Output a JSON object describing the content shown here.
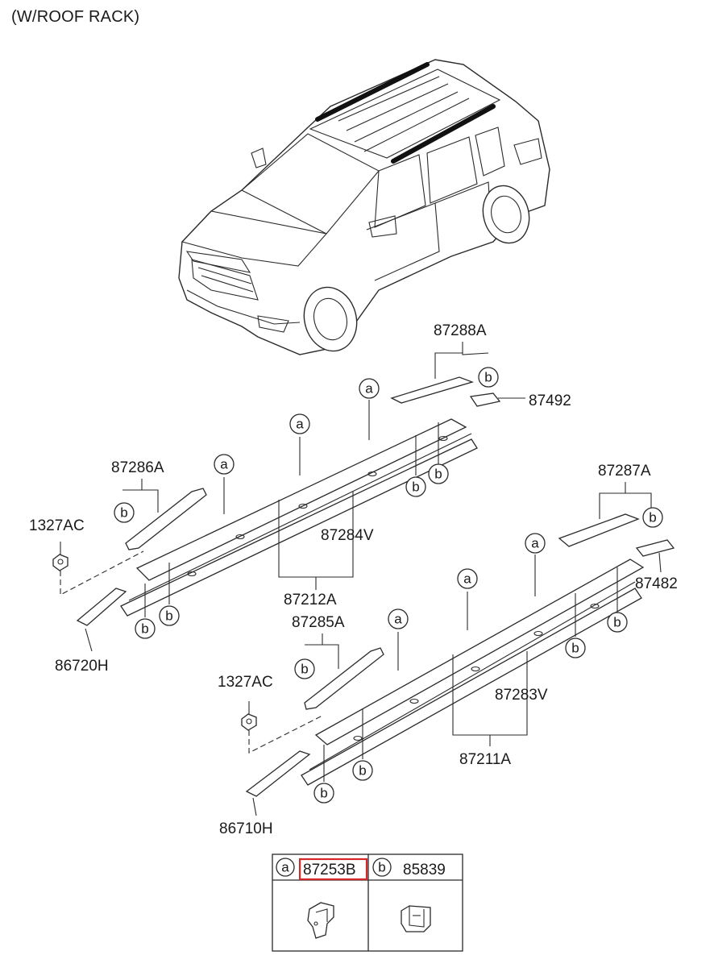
{
  "title": "(W/ROOF RACK)",
  "parts": {
    "p87288A": "87288A",
    "p87492": "87492",
    "p87286A": "87286A",
    "p1327AC_left": "1327AC",
    "p87284V": "87284V",
    "p87212A": "87212A",
    "p86720H": "86720H",
    "p87287A": "87287A",
    "p87482": "87482",
    "p87285A": "87285A",
    "p1327AC_right": "1327AC",
    "p87283V": "87283V",
    "p87211A": "87211A",
    "p86710H": "86710H"
  },
  "callouts": {
    "a": "a",
    "b": "b"
  },
  "legend": {
    "a_letter": "a",
    "a_part": "87253B",
    "b_letter": "b",
    "b_part": "85839",
    "highlight_color": "#d62828"
  }
}
